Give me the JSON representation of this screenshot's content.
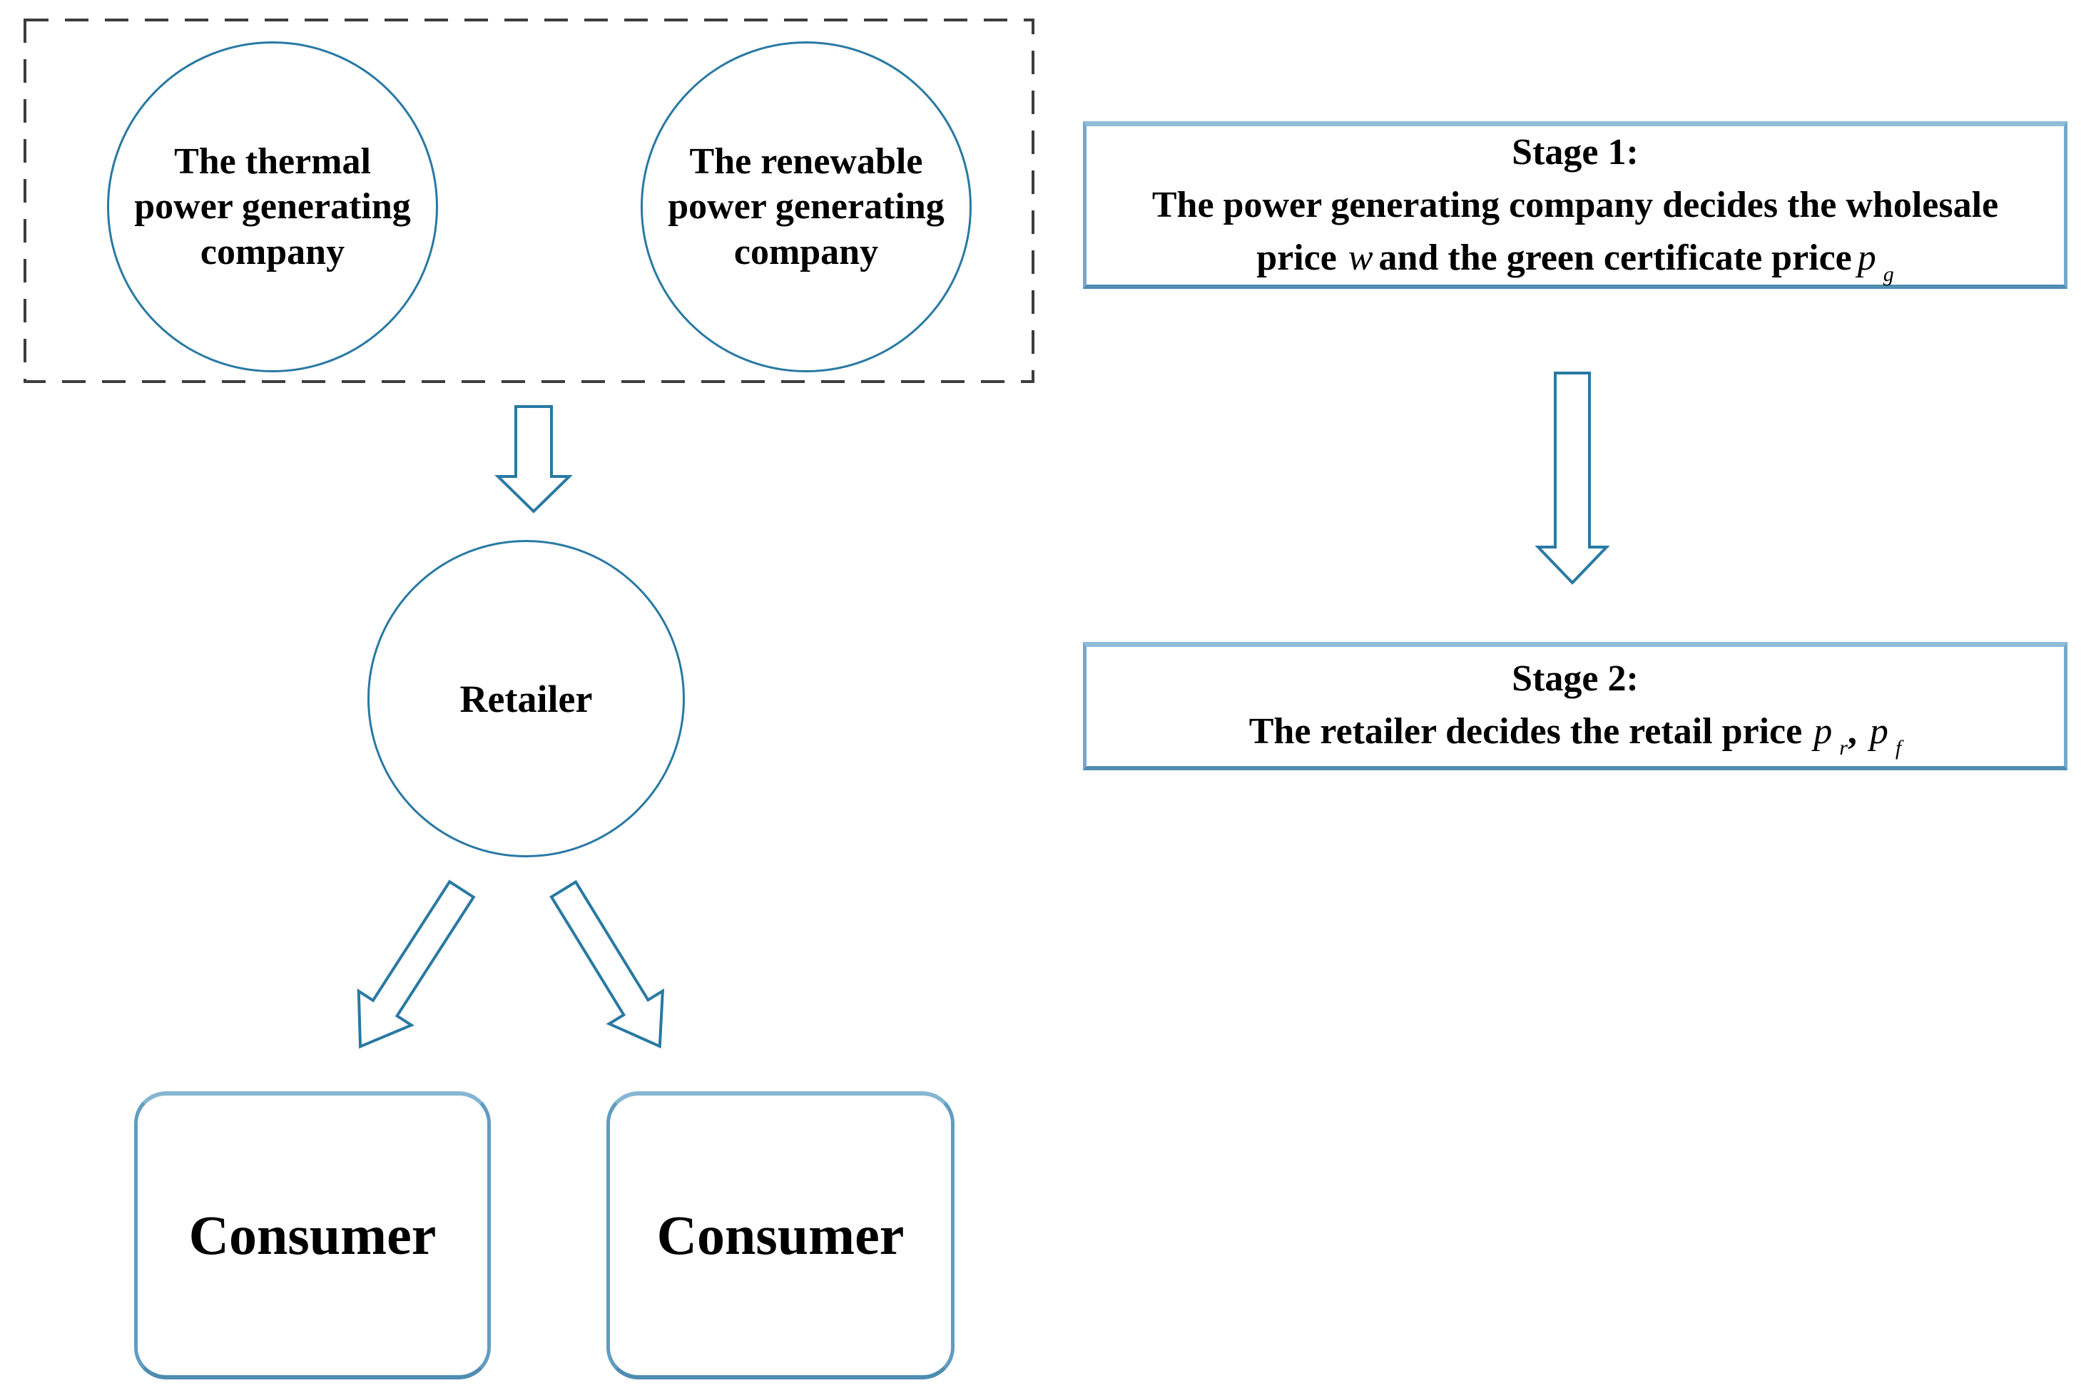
{
  "generators_group": {
    "thermal_circle": {
      "line1": "The thermal",
      "line2": "power generating",
      "line3": "company"
    },
    "renewable_circle": {
      "line1": "The renewable",
      "line2": "power generating",
      "line3": "company"
    }
  },
  "retailer_circle": {
    "label": "Retailer"
  },
  "consumers": {
    "left": {
      "label": "Consumer"
    },
    "right": {
      "label": "Consumer"
    }
  },
  "stage1_box": {
    "title": "Stage 1:",
    "line2": "The power generating company decides the wholesale",
    "line3_pre": "price",
    "line3_var1": "w",
    "line3_mid": "and the  green certificate price",
    "line3_var2": "p",
    "line3_var2_sub": "g"
  },
  "stage2_box": {
    "title": "Stage 2:",
    "line2_pre": "The retailer decides the retail price",
    "var1": "p",
    "var1_sub": "r",
    "separator": ",",
    "var2": "p",
    "var2_sub": "f"
  },
  "icons": {
    "arrow_generators_to_retailer": "down-block-arrow",
    "arrow_stage1_to_stage2": "down-block-arrow",
    "arrow_retailer_to_left_consumer": "diagonal-down-left-block-arrow",
    "arrow_retailer_to_right_consumer": "diagonal-down-right-block-arrow"
  },
  "colors": {
    "shape_outline": "#2979a3",
    "stage_box_border": "#74a9c9",
    "stage_box_border_bottom": "#4e8db1",
    "consumer_box_border": "#5f9dc0",
    "dashed_border": "#3d3d3d",
    "text": "#000000",
    "background": "#ffffff"
  }
}
